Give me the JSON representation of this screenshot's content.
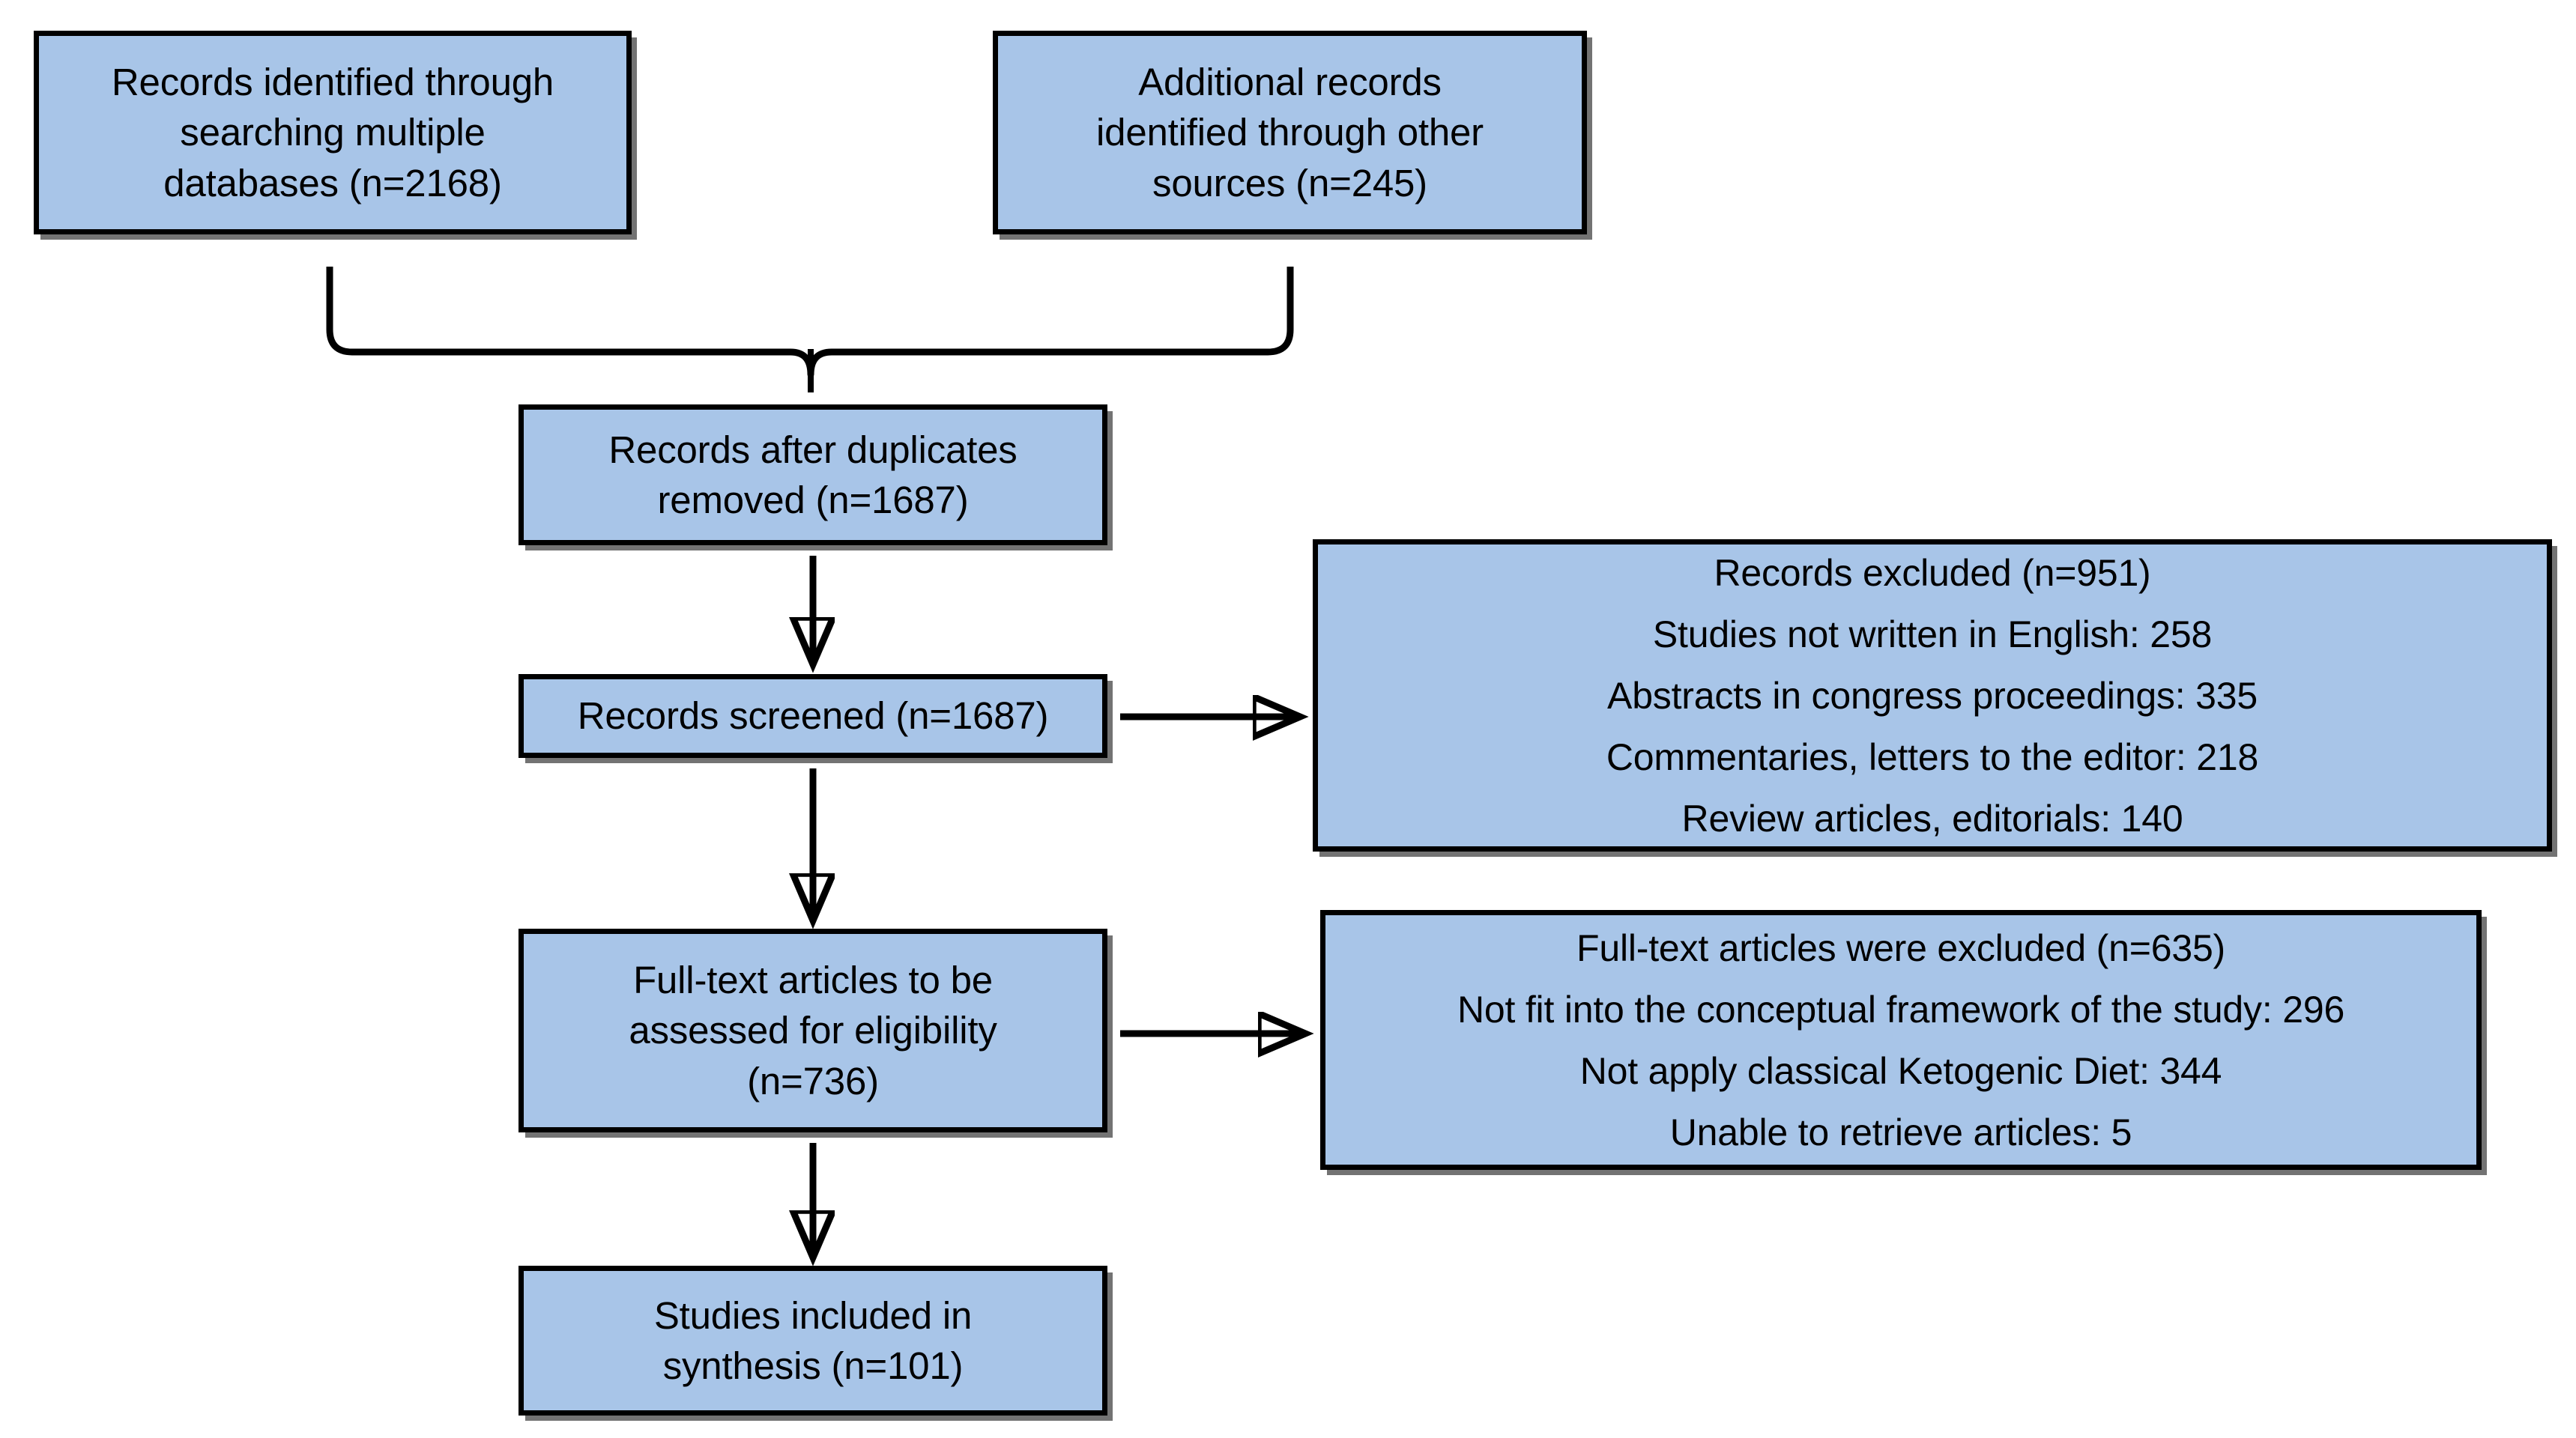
{
  "diagram": {
    "type": "prisma-flow-diagram",
    "title": "PRISMA study selection flow diagram",
    "colors": {
      "box_fill": "#a8c5e8",
      "box_stroke": "#000000",
      "text": "#000000",
      "background": "#ffffff"
    }
  },
  "nodes": {
    "identified_databases": {
      "text": "Records identified through\nsearching multiple\ndatabases (n=2168)",
      "count": 2168
    },
    "identified_other": {
      "text": "Additional records\nidentified through other\nsources (n=245)",
      "count": 245
    },
    "duplicates_removed": {
      "text": "Records after duplicates\nremoved (n=1687)",
      "count": 1687
    },
    "records_screened": {
      "text": "Records screened (n=1687)",
      "count": 1687
    },
    "fulltext_assessed": {
      "text": "Full-text articles to be\nassessed for eligibility\n(n=736)",
      "count": 736
    },
    "studies_included": {
      "text": "Studies included in\nsynthesis (n=101)",
      "count": 101
    }
  },
  "excluded_records": {
    "lines": [
      "Records excluded (n=951)",
      "Studies not written in English: 258",
      "Abstracts in congress proceedings:  335",
      "Commentaries, letters to the editor: 218",
      "Review articles, editorials: 140"
    ],
    "total": 951,
    "reasons": [
      {
        "label": "Studies not written in English",
        "value": 258
      },
      {
        "label": "Abstracts in congress proceedings",
        "value": 335
      },
      {
        "label": "Commentaries, letters to the editor",
        "value": 218
      },
      {
        "label": "Review articles, editorials",
        "value": 140
      }
    ]
  },
  "excluded_fulltext": {
    "lines": [
      "Full-text articles were excluded (n=635)",
      "Not fit into the conceptual framework of the study: 296",
      "Not apply classical Ketogenic Diet: 344",
      "Unable to retrieve articles: 5"
    ],
    "total": 635,
    "reasons": [
      {
        "label": "Not fit into the conceptual framework of the study",
        "value": 296
      },
      {
        "label": "Not apply classical Ketogenic Diet",
        "value": 344
      },
      {
        "label": "Unable to retrieve articles",
        "value": 5
      }
    ]
  },
  "connectors": [
    {
      "name": "merge-brace-to-duplicates",
      "kind": "brace"
    },
    {
      "name": "duplicates-to-screened",
      "kind": "arrow-down"
    },
    {
      "name": "screened-to-excluded-records",
      "kind": "arrow-right"
    },
    {
      "name": "screened-to-fulltext",
      "kind": "arrow-down"
    },
    {
      "name": "fulltext-to-excluded-fulltext",
      "kind": "arrow-right"
    },
    {
      "name": "fulltext-to-included",
      "kind": "arrow-down"
    }
  ]
}
